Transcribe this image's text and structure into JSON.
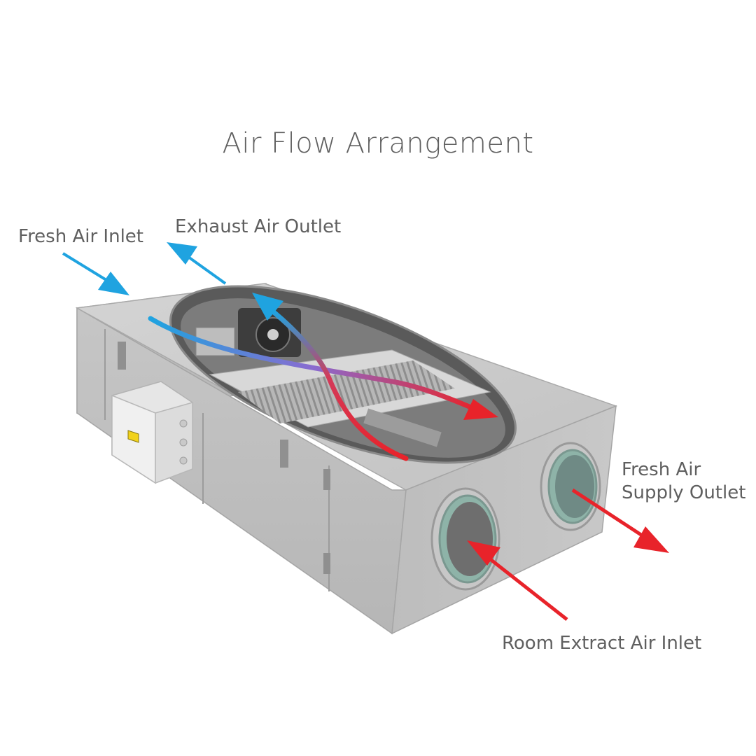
{
  "title": "Air Flow Arrangement",
  "labels": {
    "fresh_air_inlet": "Fresh Air Inlet",
    "exhaust_air_outlet": "Exhaust Air Outlet",
    "fresh_air_supply_outlet_line1": "Fresh Air",
    "fresh_air_supply_outlet_line2": "Supply Outlet",
    "room_extract_air_inlet": "Room Extract Air Inlet"
  },
  "colors": {
    "cold_air": "#1fa3e0",
    "warm_air": "#e8232a",
    "casing": "#c9c9c9",
    "text": "#5f5f5f"
  }
}
